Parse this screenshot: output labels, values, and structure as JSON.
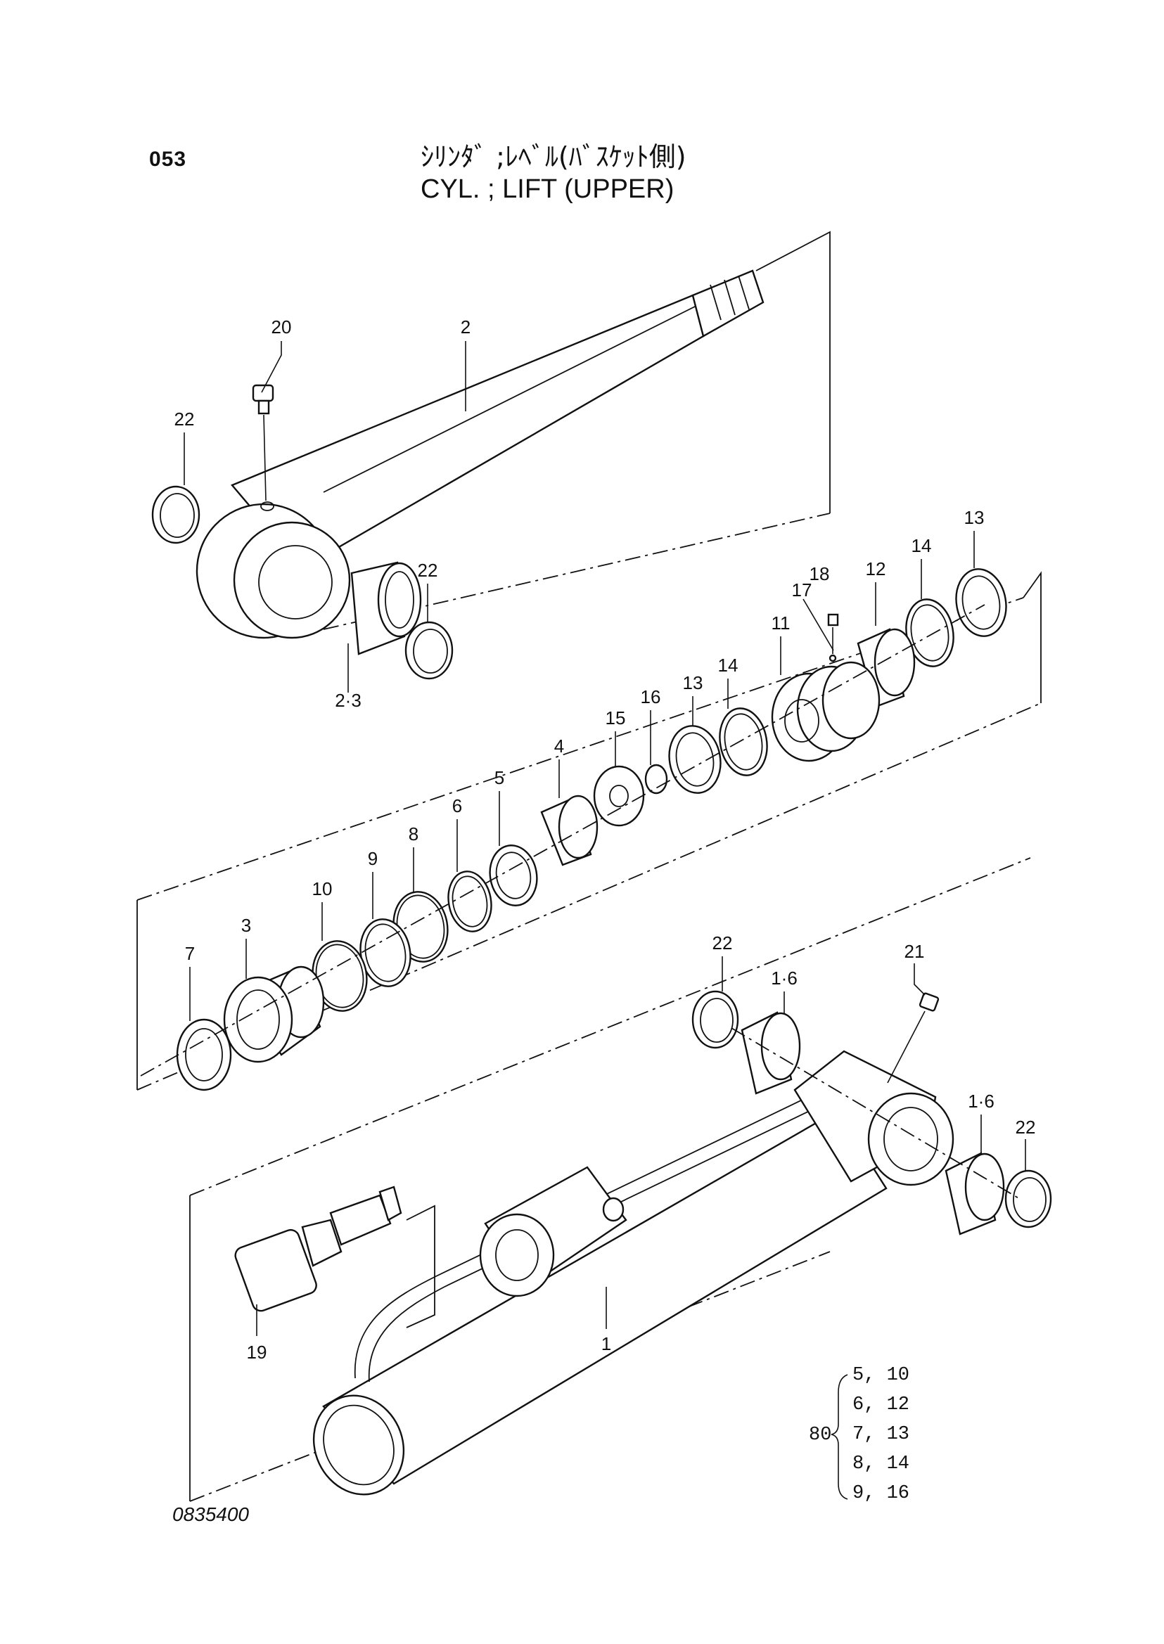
{
  "page": {
    "number": "053",
    "drawing_number": "0835400"
  },
  "title": {
    "japanese": "ｼﾘﾝﾀﾞ ;ﾚﾍﾞﾙ(ﾊﾞｽｹｯﾄ側)",
    "english": "CYL. ; LIFT (UPPER)"
  },
  "callouts": [
    {
      "id": "c20",
      "label": "20"
    },
    {
      "id": "c2",
      "label": "2"
    },
    {
      "id": "c22a",
      "label": "22"
    },
    {
      "id": "c22b",
      "label": "22"
    },
    {
      "id": "c2_3",
      "label": "2·3"
    },
    {
      "id": "c13a",
      "label": "13"
    },
    {
      "id": "c14a",
      "label": "14"
    },
    {
      "id": "c12",
      "label": "12"
    },
    {
      "id": "c18",
      "label": "18"
    },
    {
      "id": "c17",
      "label": "17"
    },
    {
      "id": "c11",
      "label": "11"
    },
    {
      "id": "c14b",
      "label": "14"
    },
    {
      "id": "c13b",
      "label": "13"
    },
    {
      "id": "c16",
      "label": "16"
    },
    {
      "id": "c15",
      "label": "15"
    },
    {
      "id": "c4",
      "label": "4"
    },
    {
      "id": "c5",
      "label": "5"
    },
    {
      "id": "c6",
      "label": "6"
    },
    {
      "id": "c8",
      "label": "8"
    },
    {
      "id": "c9",
      "label": "9"
    },
    {
      "id": "c10",
      "label": "10"
    },
    {
      "id": "c3",
      "label": "3"
    },
    {
      "id": "c7",
      "label": "7"
    },
    {
      "id": "c22c",
      "label": "22"
    },
    {
      "id": "c1_6a",
      "label": "1·6"
    },
    {
      "id": "c21",
      "label": "21"
    },
    {
      "id": "c1_6b",
      "label": "1·6"
    },
    {
      "id": "c22d",
      "label": "22"
    },
    {
      "id": "c19",
      "label": "19"
    },
    {
      "id": "c1",
      "label": "1"
    }
  ],
  "seal_kit": {
    "number": "80",
    "rows": [
      "5,  10",
      "6,  12",
      "7,  13",
      "8,  14",
      "9,  16"
    ]
  }
}
